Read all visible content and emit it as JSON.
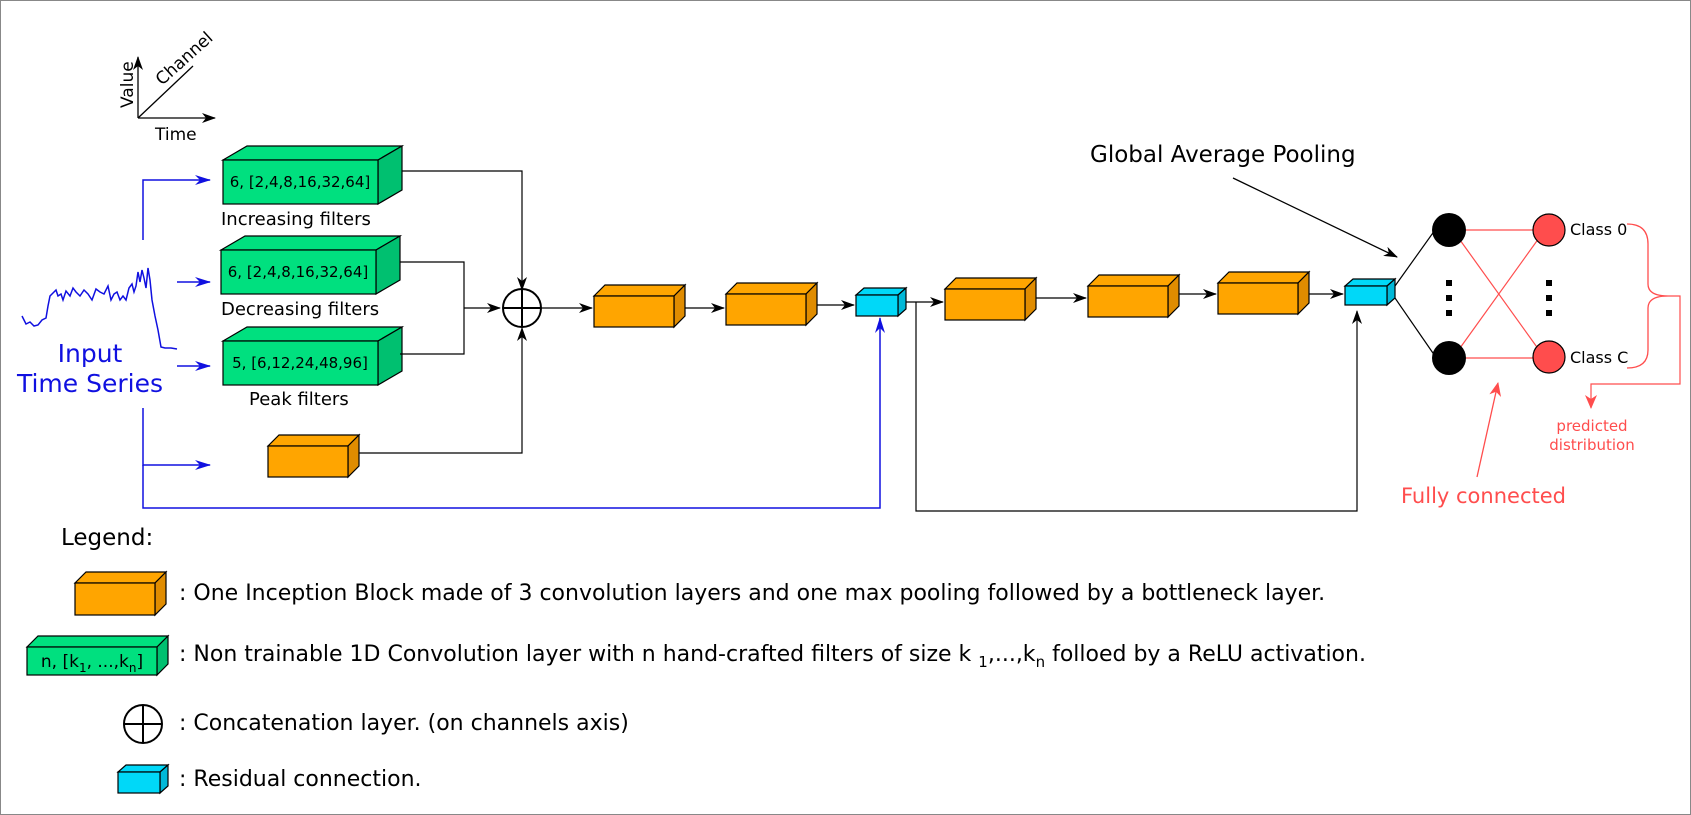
{
  "axes": {
    "value": "Value",
    "channel": "Channel",
    "time": "Time"
  },
  "input": {
    "line1": "Input",
    "line2": "Time Series"
  },
  "filters": [
    {
      "box": "6, [2,4,8,16,32,64]",
      "caption": "Increasing filters"
    },
    {
      "box": "6, [2,4,8,16,32,64]",
      "caption": "Decreasing filters"
    },
    {
      "box": "5, [6,12,24,48,96]",
      "caption": "Peak filters"
    }
  ],
  "gap_label": "Global Average Pooling",
  "classes": {
    "first": "Class 0",
    "last": "Class C"
  },
  "fully_connected": "Fully connected",
  "predicted": {
    "line1": "predicted",
    "line2": "distribution"
  },
  "legend": {
    "title": "Legend:",
    "inception": ": One Inception Block made of 3 convolution layers and one max pooling followed by a bottleneck layer.",
    "conv_box": {
      "a": "n, [k",
      "s1": "1",
      "b": ", ...,k",
      "sn": "n",
      "c": "]"
    },
    "conv": {
      "a": ": Non trainable 1D Convolution layer with n hand-crafted filters of size k ",
      "s1": "1",
      "b": ",...,k",
      "sn": "n",
      "c": " folloed by a ReLU activation."
    },
    "concat": ": Concatenation layer. (on channels axis)",
    "residual": ": Residual connection."
  },
  "colors": {
    "inception": "#ffa500",
    "filter": "#00e07f",
    "residual": "#00d8f8",
    "input_blue": "#1010e0",
    "fc_red": "#ff4d4d"
  }
}
